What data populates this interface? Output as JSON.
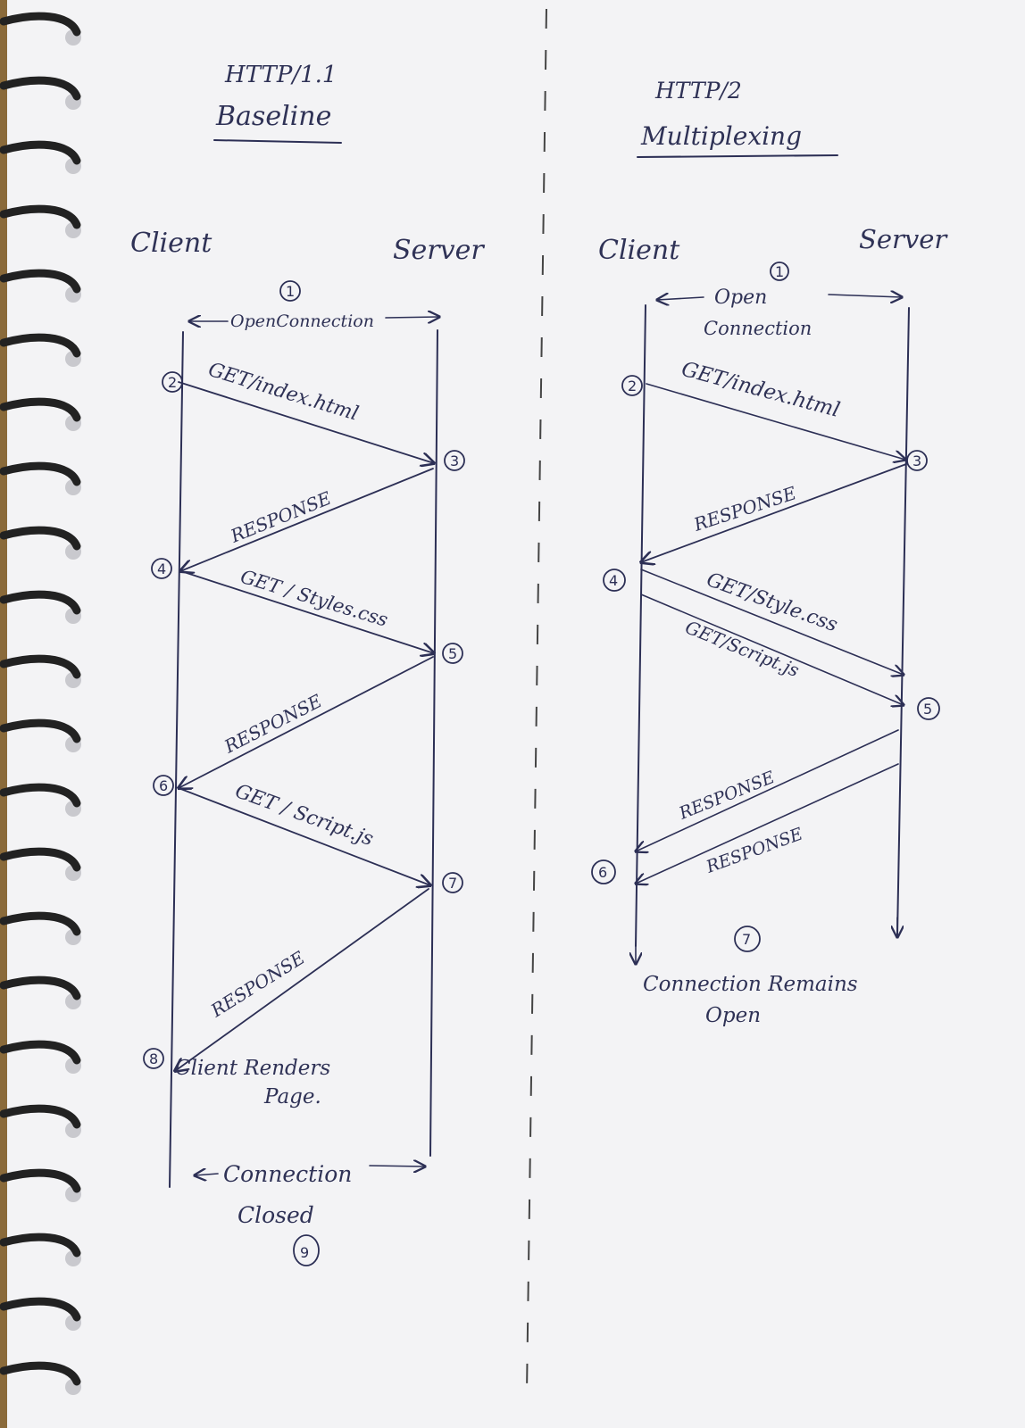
{
  "left_panel": {
    "title_line1": "HTTP/1.1",
    "title_line2": "Baseline",
    "client_label": "Client",
    "server_label": "Server",
    "open_label": "OpenConnection",
    "messages": [
      {
        "label": "GET/index.html"
      },
      {
        "label": "RESPONSE"
      },
      {
        "label": "GET / Styles.css"
      },
      {
        "label": "RESPONSE"
      },
      {
        "label": "GET / Script.js"
      },
      {
        "label": "RESPONSE"
      }
    ],
    "render_line1": "Client Renders",
    "render_line2": "Page.",
    "closed_line1": "Connection",
    "closed_line2": "Closed",
    "steps": [
      "1",
      "2",
      "3",
      "4",
      "5",
      "6",
      "7",
      "8",
      "9"
    ]
  },
  "right_panel": {
    "title_line1": "HTTP/2",
    "title_line2": "Multiplexing",
    "client_label": "Client",
    "server_label": "Server",
    "open_line1": "Open",
    "open_line2": "Connection",
    "messages": [
      {
        "label": "GET/index.html"
      },
      {
        "label": "RESPONSE"
      },
      {
        "label": "GET/Style.css"
      },
      {
        "label": "GET/Script.js"
      },
      {
        "label": "RESPONSE"
      },
      {
        "label": "RESPONSE"
      }
    ],
    "remains_line1": "Connection Remains",
    "remains_line2": "Open",
    "steps": [
      "1",
      "2",
      "3",
      "4",
      "5",
      "6",
      "7"
    ]
  },
  "colors": {
    "ink": "#2c2f55",
    "paper": "#f3f3f5"
  }
}
